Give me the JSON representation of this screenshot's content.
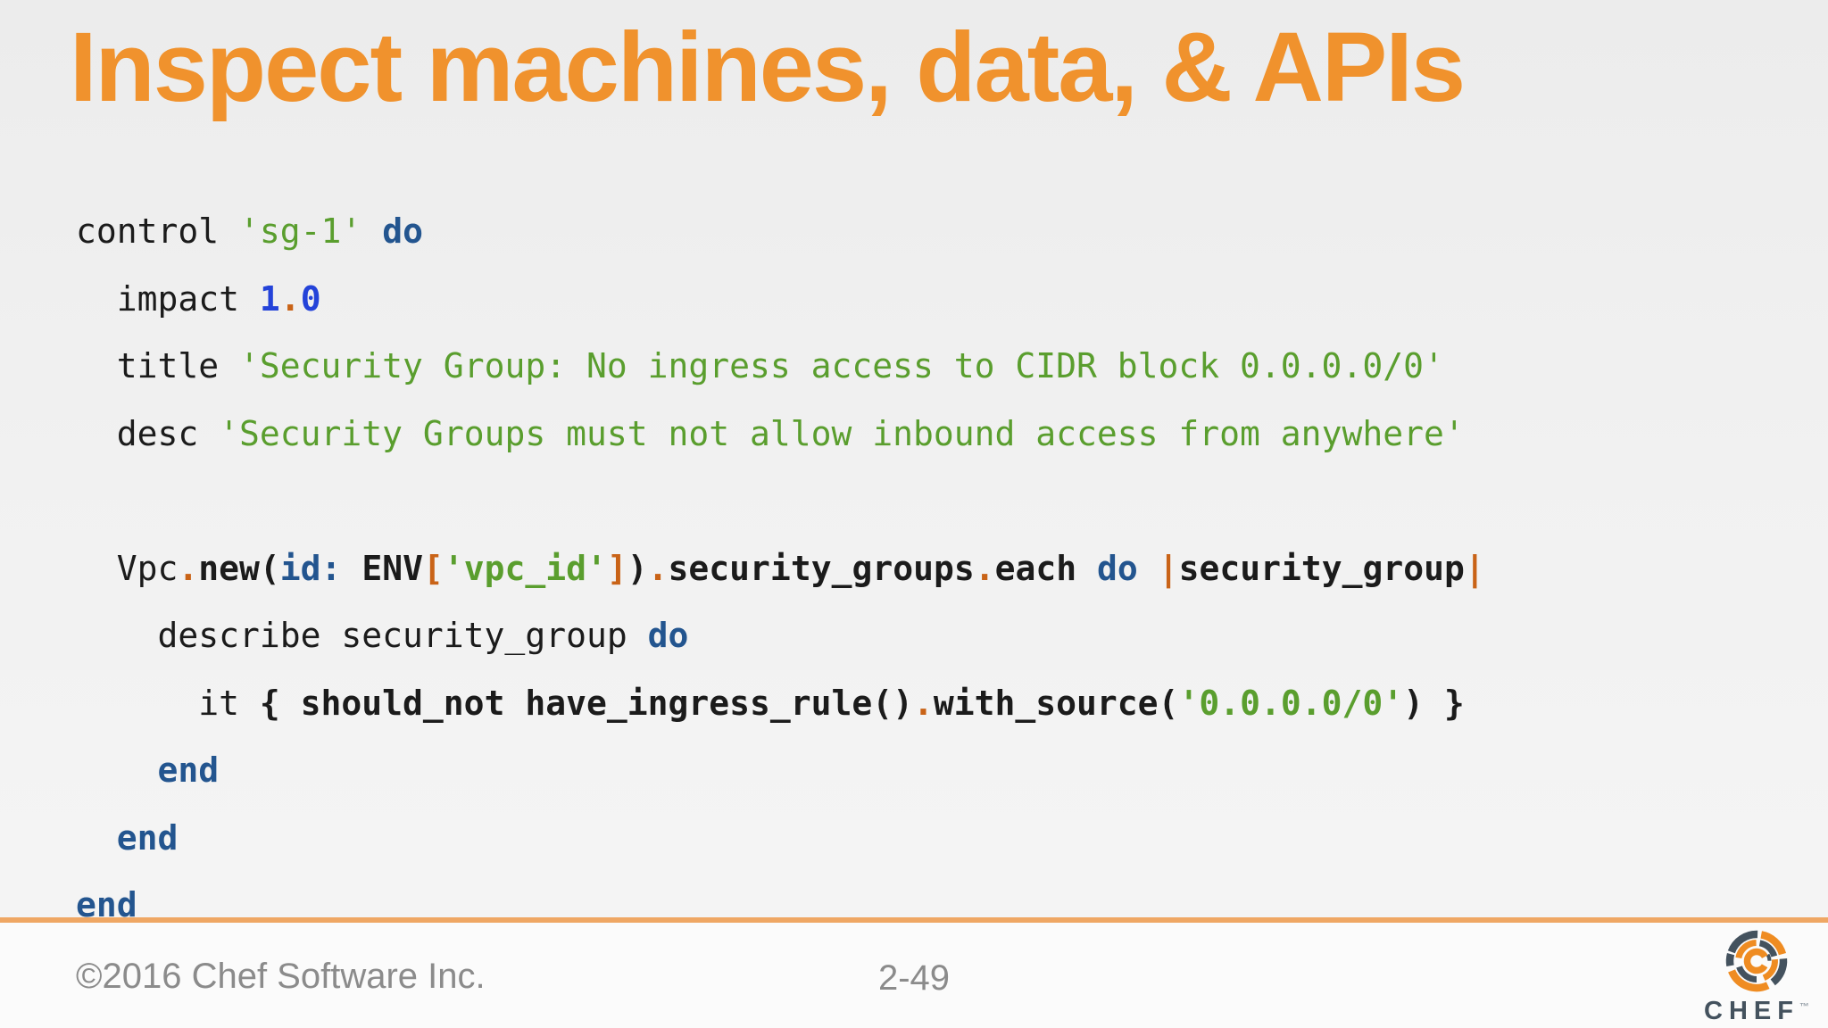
{
  "slide": {
    "title": "Inspect machines, data, & APIs",
    "footer": {
      "copyright": "©2016 Chef Software Inc.",
      "page_number": "2-49"
    },
    "logo": {
      "brand": "CHEF",
      "trademark": "™"
    }
  },
  "colors": {
    "title_orange": "#f0922d",
    "separator_orange": "#efa764",
    "code_plain": "#1b1b1b",
    "keyword_blue": "#23558f",
    "number_blue": "#2443d9",
    "string_green": "#5a9e2e",
    "punct_orange": "#c96317",
    "footer_gray": "#8b8b8b",
    "logo_orange": "#ef8c22",
    "logo_slate": "#44525e"
  },
  "code": {
    "language": "ruby-inspec",
    "lines": [
      {
        "tokens": [
          {
            "t": "control ",
            "c": "p"
          },
          {
            "t": "'sg-1'",
            "c": "s"
          },
          {
            "t": " ",
            "c": "p"
          },
          {
            "t": "do",
            "c": "k"
          }
        ]
      },
      {
        "tokens": [
          {
            "t": "  impact ",
            "c": "p"
          },
          {
            "t": "1",
            "c": "n"
          },
          {
            "t": ".",
            "c": "ob"
          },
          {
            "t": "0",
            "c": "n"
          }
        ]
      },
      {
        "tokens": [
          {
            "t": "  title ",
            "c": "p"
          },
          {
            "t": "'Security Group: No ingress access to CIDR block 0.0.0.0/0'",
            "c": "s"
          }
        ]
      },
      {
        "tokens": [
          {
            "t": "  desc ",
            "c": "p"
          },
          {
            "t": "'Security Groups must not allow inbound access from anywhere'",
            "c": "s"
          }
        ]
      },
      {
        "tokens": []
      },
      {
        "tokens": [
          {
            "t": "  Vpc",
            "c": "p"
          },
          {
            "t": ".",
            "c": "ob"
          },
          {
            "t": "new(",
            "c": "b"
          },
          {
            "t": "id:",
            "c": "k"
          },
          {
            "t": " ENV",
            "c": "b"
          },
          {
            "t": "[",
            "c": "ob"
          },
          {
            "t": "'vpc_id'",
            "c": "sb"
          },
          {
            "t": "]",
            "c": "ob"
          },
          {
            "t": ")",
            "c": "b"
          },
          {
            "t": ".",
            "c": "ob"
          },
          {
            "t": "security_groups",
            "c": "b"
          },
          {
            "t": ".",
            "c": "ob"
          },
          {
            "t": "each",
            "c": "b"
          },
          {
            "t": " ",
            "c": "p"
          },
          {
            "t": "do",
            "c": "k"
          },
          {
            "t": " ",
            "c": "p"
          },
          {
            "t": "|",
            "c": "ob"
          },
          {
            "t": "security_group",
            "c": "b"
          },
          {
            "t": "|",
            "c": "ob"
          }
        ]
      },
      {
        "tokens": [
          {
            "t": "    describe security_group ",
            "c": "p"
          },
          {
            "t": "do",
            "c": "k"
          }
        ]
      },
      {
        "tokens": [
          {
            "t": "      it ",
            "c": "p"
          },
          {
            "t": "{ should_not have_ingress_rule()",
            "c": "b"
          },
          {
            "t": ".",
            "c": "ob"
          },
          {
            "t": "with_source(",
            "c": "b"
          },
          {
            "t": "'0.0.0.0/0'",
            "c": "sb"
          },
          {
            "t": ") }",
            "c": "b"
          }
        ]
      },
      {
        "tokens": [
          {
            "t": "    ",
            "c": "p"
          },
          {
            "t": "end",
            "c": "k"
          }
        ]
      },
      {
        "tokens": [
          {
            "t": "  ",
            "c": "p"
          },
          {
            "t": "end",
            "c": "k"
          }
        ]
      },
      {
        "tokens": [
          {
            "t": "end",
            "c": "k"
          }
        ]
      }
    ]
  }
}
